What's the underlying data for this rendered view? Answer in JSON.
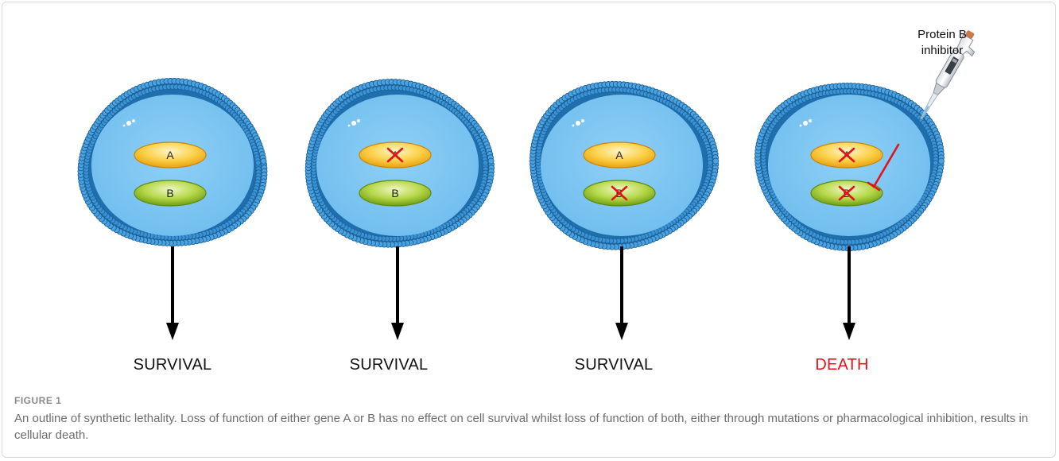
{
  "outcomes": [
    "SURVIVAL",
    "SURVIVAL",
    "SURVIVAL",
    "DEATH"
  ],
  "gene_labels": {
    "a": "A",
    "b": "B"
  },
  "inhibitor_label": "Protein B inhibitor",
  "figure_label": "FIGURE 1",
  "caption": "An outline of synthetic lethality. Loss of function of either gene A or B has no effect on cell survival whilst loss of function of both, either through mutations or pharmacological inhibition, results in cellular death.",
  "panels": [
    {
      "gene_a_lost": false,
      "gene_b_lost": false,
      "inhibited": false
    },
    {
      "gene_a_lost": true,
      "gene_b_lost": false,
      "inhibited": false
    },
    {
      "gene_a_lost": false,
      "gene_b_lost": true,
      "inhibited": false
    },
    {
      "gene_a_lost": true,
      "gene_b_lost": true,
      "inhibited": true
    }
  ],
  "colors": {
    "membrane": "#2f86c8",
    "cytoplasm": "#7fc6f2",
    "gene_a": "#f6b21a",
    "gene_b": "#8cbd1e",
    "knockout": "#e3131b",
    "death_text": "#e3131b",
    "survival_text": "#111111"
  }
}
